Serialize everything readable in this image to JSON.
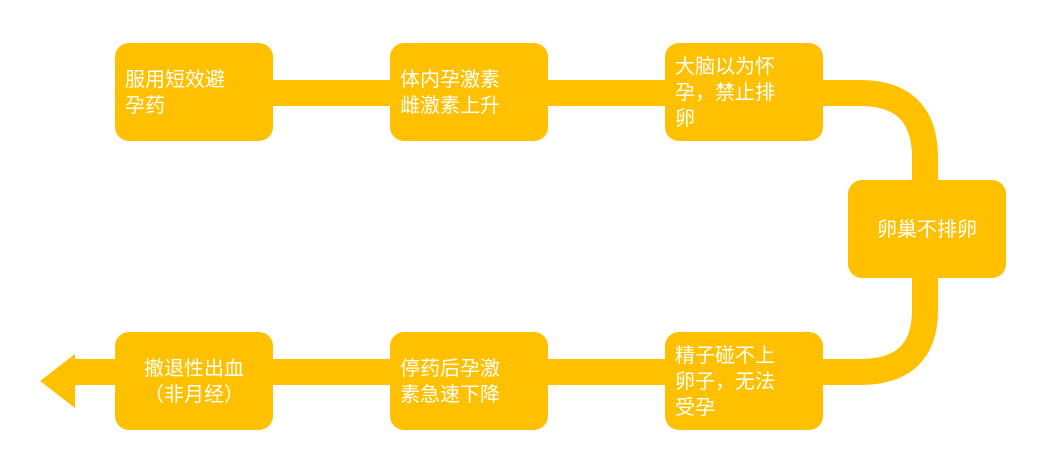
{
  "diagram": {
    "accent_color": "#FFC000",
    "nodes": [
      {
        "id": "n1",
        "text": "服用短效避\n孕药"
      },
      {
        "id": "n2",
        "text": "体内孕激素\n雌激素上升"
      },
      {
        "id": "n3",
        "text": "大脑以为怀\n孕，禁止排\n卵"
      },
      {
        "id": "n4",
        "text": "卵巢不排卵"
      },
      {
        "id": "n5",
        "text": "精子碰不上\n卵子，无法\n受孕"
      },
      {
        "id": "n6",
        "text": "停药后孕激\n素急速下降"
      },
      {
        "id": "n7",
        "text": "撤退性出血\n（非月经）"
      }
    ],
    "flow_direction": "arrow-left"
  }
}
